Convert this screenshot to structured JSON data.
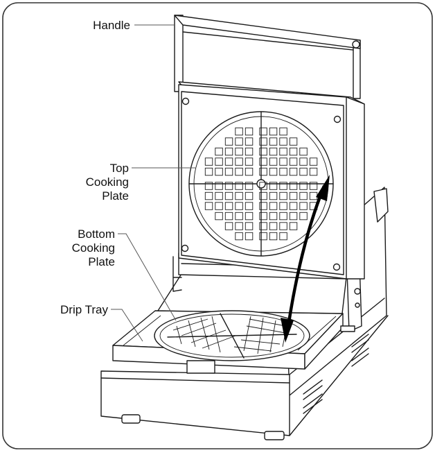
{
  "callouts": {
    "handle": "Handle",
    "top_plate": [
      "Top",
      "Cooking",
      "Plate"
    ],
    "bottom_plate": [
      "Bottom",
      "Cooking",
      "Plate"
    ],
    "drip_tray": "Drip Tray"
  },
  "colors": {
    "line": "#1a1a1a",
    "frame": "#333333",
    "leader": "#555555",
    "arrow": "#000000"
  }
}
